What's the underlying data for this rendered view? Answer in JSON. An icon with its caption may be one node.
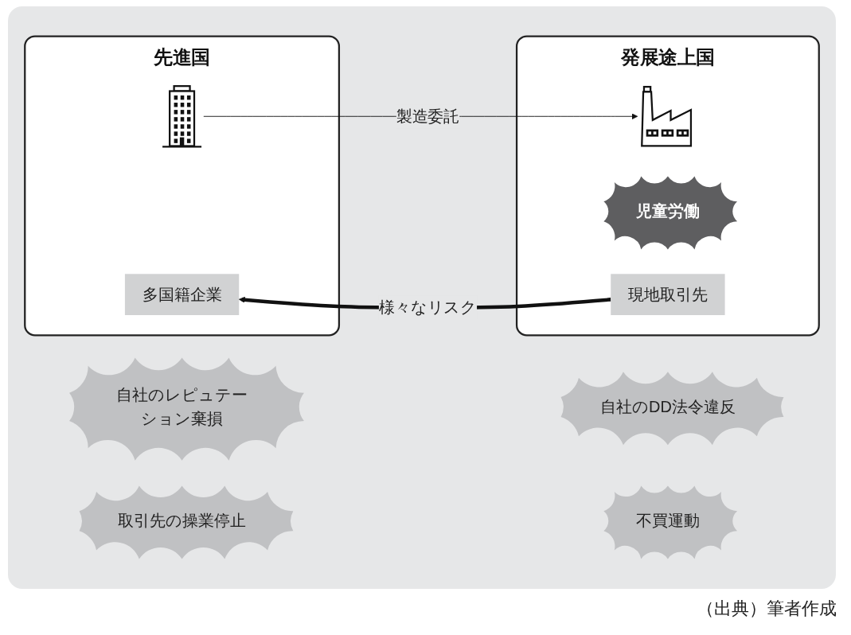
{
  "diagram": {
    "caption": "（出典）筆者作成",
    "nodes": [
      {
        "text": [
          "先進国"
        ]
      },
      {
        "text": [],
        "shape": "picture",
        "in": 0
      },
      {
        "text": [
          "多国籍企業"
        ],
        "in": 0
      },
      {
        "text": [
          "発展途上国"
        ]
      },
      {
        "text": [],
        "shape": "picture",
        "in": 3
      },
      {
        "text": [
          "児童労働"
        ],
        "in": 3
      },
      {
        "text": [
          "現地取引先"
        ],
        "in": 3
      },
      {
        "text": [
          "自社のレピュテーション棄損"
        ]
      },
      {
        "text": [
          "自社のDD法令違反"
        ]
      },
      {
        "text": [
          "取引先の操業停止"
        ]
      },
      {
        "text": [
          "不買運動"
        ]
      }
    ],
    "edges": [
      {
        "from": 1,
        "to": 4,
        "arrow": "to",
        "label": "製造委託"
      },
      {
        "from": 6,
        "to": 2,
        "arrow": "to",
        "label": "様々なリスク",
        "style": "thick"
      }
    ]
  }
}
